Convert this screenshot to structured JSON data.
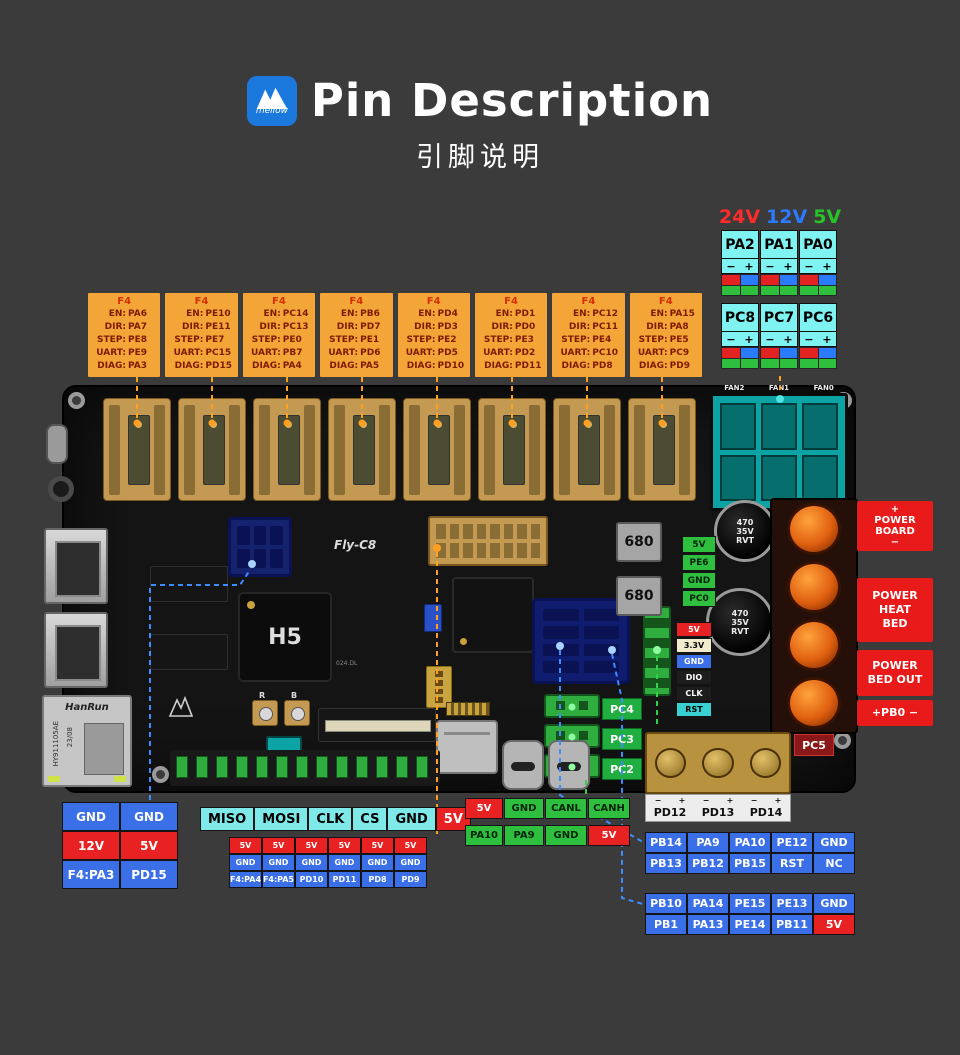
{
  "header": {
    "logo_text": "mellow",
    "title": "Pin Description",
    "subtitle": "引脚说明"
  },
  "voltage_legend": {
    "v24": "24V",
    "v12": "12V",
    "v5": "5V"
  },
  "power_ports": {
    "minus": "−",
    "plus": "+",
    "row1": [
      {
        "label": "PA2"
      },
      {
        "label": "PA1"
      },
      {
        "label": "PA0"
      }
    ],
    "row2": [
      {
        "label": "PC8"
      },
      {
        "label": "PC7"
      },
      {
        "label": "PC6"
      }
    ]
  },
  "driver_labels": {
    "en": "EN:",
    "dir": "DIR:",
    "step": "STEP:",
    "uart": "UART:",
    "diag": "DIAG:"
  },
  "drivers": [
    {
      "family": "F4",
      "en": "PA6",
      "dir": "PA7",
      "step": "PE8",
      "uart": "PE9",
      "diag": "PA3"
    },
    {
      "family": "F4",
      "en": "PE10",
      "dir": "PE11",
      "step": "PE7",
      "uart": "PC15",
      "diag": "PD15"
    },
    {
      "family": "F4",
      "en": "PC14",
      "dir": "PC13",
      "step": "PE0",
      "uart": "PB7",
      "diag": "PA4"
    },
    {
      "family": "F4",
      "en": "PB6",
      "dir": "PD7",
      "step": "PE1",
      "uart": "PD6",
      "diag": "PA5"
    },
    {
      "family": "F4",
      "en": "PD4",
      "dir": "PD3",
      "step": "PE2",
      "uart": "PD5",
      "diag": "PD10"
    },
    {
      "family": "F4",
      "en": "PD1",
      "dir": "PD0",
      "step": "PE3",
      "uart": "PD2",
      "diag": "PD11"
    },
    {
      "family": "F4",
      "en": "PC12",
      "dir": "PC11",
      "step": "PE4",
      "uart": "PC10",
      "diag": "PD8"
    },
    {
      "family": "F4",
      "en": "PA15",
      "dir": "PA8",
      "step": "PE5",
      "uart": "PC9",
      "diag": "PD9"
    }
  ],
  "board": {
    "name": "Fly-C8",
    "chip_main": "H5",
    "small_code": "024.DL",
    "fans": [
      {
        "label": "FAN2"
      },
      {
        "label": "FAN1"
      },
      {
        "label": "FAN0"
      }
    ],
    "inductors": [
      {
        "value": "680"
      },
      {
        "value": "680"
      }
    ],
    "cap_lines": [
      "470",
      "35V",
      "RVT"
    ],
    "ethernet": {
      "brand": "HanRun",
      "model": "HY911105AE",
      "date": "23/08"
    },
    "buttons": [
      {
        "label": "R"
      },
      {
        "label": "B"
      }
    ],
    "probe_stack": [
      {
        "t": "5V",
        "c": "green"
      },
      {
        "t": "PE6",
        "c": "green"
      },
      {
        "t": "GND",
        "c": "green"
      },
      {
        "t": "PC0",
        "c": "green"
      }
    ],
    "swd_stack": [
      {
        "t": "5V",
        "c": "red"
      },
      {
        "t": "3.3V",
        "c": "cream"
      },
      {
        "t": "GND",
        "c": "blue"
      },
      {
        "t": "DIO",
        "c": "dark"
      },
      {
        "t": "CLK",
        "c": "dark"
      },
      {
        "t": "RST",
        "c": "teal"
      }
    ],
    "pc_stack": [
      {
        "t": "PC4"
      },
      {
        "t": "PC3"
      },
      {
        "t": "PC2"
      }
    ],
    "pc5": "PC5",
    "bottom_terminals": [
      {
        "label": "PD12"
      },
      {
        "label": "PD13"
      },
      {
        "label": "PD14"
      }
    ],
    "power_boxes": [
      {
        "l0": "+",
        "l1": "POWER",
        "l2": "BOARD",
        "l3": "−"
      },
      {
        "l0": "POWER",
        "l1": "HEAT",
        "l2": "BED"
      },
      {
        "l0": "POWER",
        "l1": "BED OUT"
      },
      {
        "l0": "+PB0 −"
      }
    ]
  },
  "tables": {
    "left_cells": [
      {
        "t": "GND",
        "c": "blue"
      },
      {
        "t": "GND",
        "c": "blue"
      },
      {
        "t": "12V",
        "c": "red"
      },
      {
        "t": "5V",
        "c": "red"
      },
      {
        "t": "F4:PA3",
        "c": "blue"
      },
      {
        "t": "PD15",
        "c": "blue"
      }
    ],
    "spi_header": [
      {
        "t": "MISO",
        "c": "cyan"
      },
      {
        "t": "MOSI",
        "c": "cyan"
      },
      {
        "t": "CLK",
        "c": "cyan"
      },
      {
        "t": "CS",
        "c": "cyan"
      },
      {
        "t": "GND",
        "c": "cyan"
      },
      {
        "t": "5V",
        "c": "red"
      }
    ],
    "spi_grid": [
      {
        "t": "5V",
        "c": "red"
      },
      {
        "t": "5V",
        "c": "red"
      },
      {
        "t": "5V",
        "c": "red"
      },
      {
        "t": "5V",
        "c": "red"
      },
      {
        "t": "5V",
        "c": "red"
      },
      {
        "t": "5V",
        "c": "red"
      },
      {
        "t": "GND",
        "c": "blue"
      },
      {
        "t": "GND",
        "c": "blue"
      },
      {
        "t": "GND",
        "c": "blue"
      },
      {
        "t": "GND",
        "c": "blue"
      },
      {
        "t": "GND",
        "c": "blue"
      },
      {
        "t": "GND",
        "c": "blue"
      },
      {
        "t": "F4:PA4",
        "c": "blue"
      },
      {
        "t": "F4:PA5",
        "c": "blue"
      },
      {
        "t": "PD10",
        "c": "blue"
      },
      {
        "t": "PD11",
        "c": "blue"
      },
      {
        "t": "PD8",
        "c": "blue"
      },
      {
        "t": "PD9",
        "c": "blue"
      }
    ],
    "can_cells": [
      {
        "t": "5V",
        "c": "red"
      },
      {
        "t": "GND",
        "c": "green"
      },
      {
        "t": "CANL",
        "c": "green"
      },
      {
        "t": "CANH",
        "c": "green"
      },
      {
        "t": "PA10",
        "c": "green"
      },
      {
        "t": "PA9",
        "c": "green"
      },
      {
        "t": "GND",
        "c": "green"
      },
      {
        "t": "5V",
        "c": "red"
      }
    ],
    "exp1_cells": [
      {
        "t": "PB14",
        "c": "blue"
      },
      {
        "t": "PA9",
        "c": "blue"
      },
      {
        "t": "PA10",
        "c": "blue"
      },
      {
        "t": "PE12",
        "c": "blue"
      },
      {
        "t": "GND",
        "c": "blue"
      },
      {
        "t": "PB13",
        "c": "blue"
      },
      {
        "t": "PB12",
        "c": "blue"
      },
      {
        "t": "PB15",
        "c": "blue"
      },
      {
        "t": "RST",
        "c": "blue"
      },
      {
        "t": "NC",
        "c": "blue"
      }
    ],
    "exp2_cells": [
      {
        "t": "PB10",
        "c": "blue"
      },
      {
        "t": "PA14",
        "c": "blue"
      },
      {
        "t": "PE15",
        "c": "blue"
      },
      {
        "t": "PE13",
        "c": "blue"
      },
      {
        "t": "GND",
        "c": "blue"
      },
      {
        "t": "PB1",
        "c": "blue"
      },
      {
        "t": "PA13",
        "c": "blue"
      },
      {
        "t": "PE14",
        "c": "blue"
      },
      {
        "t": "PB11",
        "c": "blue"
      },
      {
        "t": "5V",
        "c": "red"
      }
    ]
  },
  "colors": {
    "background": "#3b3b3b",
    "pin_red": "#e82222",
    "pin_blue": "#3a6fe8",
    "pin_green": "#2fbf3f",
    "pin_cyan": "#7fe9e9",
    "driver_annotation": "#f3a637",
    "port_cyan": "#7ff2f2",
    "board_black": "#141414",
    "fan_teal": "#0ba3a3",
    "power_red": "#e81a1a",
    "v24": "#ff2a2a",
    "v12": "#2b7bff",
    "v5": "#27c427"
  }
}
